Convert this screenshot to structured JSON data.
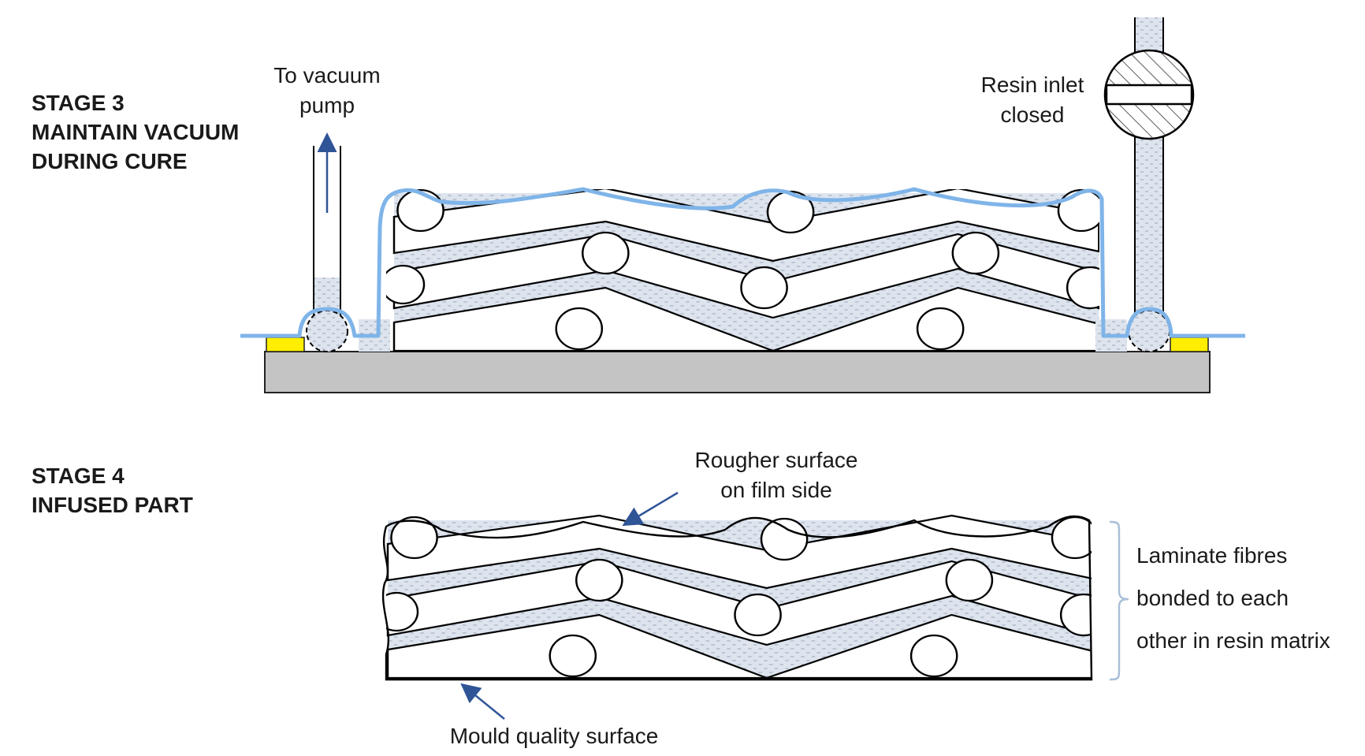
{
  "stage3": {
    "heading_line1": "STAGE 3",
    "heading_line2": "MAINTAIN VACUUM",
    "heading_line3": "DURING CURE",
    "vacuum_label_line1": "To vacuum",
    "vacuum_label_line2": "pump",
    "inlet_label_line1": "Resin inlet",
    "inlet_label_line2": "closed"
  },
  "stage4": {
    "heading_line1": "STAGE 4",
    "heading_line2": "INFUSED PART",
    "top_label_line1": "Rougher surface",
    "top_label_line2": "on film side",
    "bottom_label": "Mould quality surface",
    "bracket_label_line1": "Laminate fibres",
    "bracket_label_line2": "bonded to each",
    "bracket_label_line3": "other in resin matrix"
  },
  "colors": {
    "bag_film": "#7fb4e8",
    "resin_fill": "#dde4ee",
    "mould": "#c4c4c4",
    "sealant_tape": "#ffee00",
    "arrow": "#2f5597",
    "outline": "#000000"
  }
}
